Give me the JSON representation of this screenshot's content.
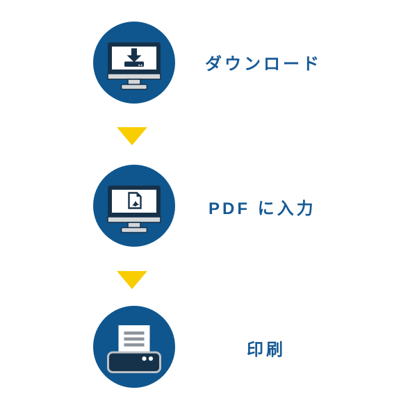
{
  "diagram": {
    "type": "vertical-flowchart",
    "steps": [
      {
        "label": "ダウンロード",
        "icon": "monitor-download-icon"
      },
      {
        "label": "PDF に入力",
        "icon": "monitor-pdf-icon"
      },
      {
        "label": "印刷",
        "icon": "printer-icon"
      }
    ],
    "connectors": [
      {
        "icon": "down-triangle-arrow"
      },
      {
        "icon": "down-triangle-arrow"
      }
    ]
  },
  "colors": {
    "circle_blue": "#0F568E",
    "icon_navy": "#16324B",
    "icon_gray": "#D4D7DA",
    "arrow_yellow": "#F8CE02",
    "label_blue": "#175A96",
    "paper_line_gray": "#8E949C",
    "printer_border_gray": "#BDC2C7",
    "page_bg": "#FFFFFF"
  }
}
